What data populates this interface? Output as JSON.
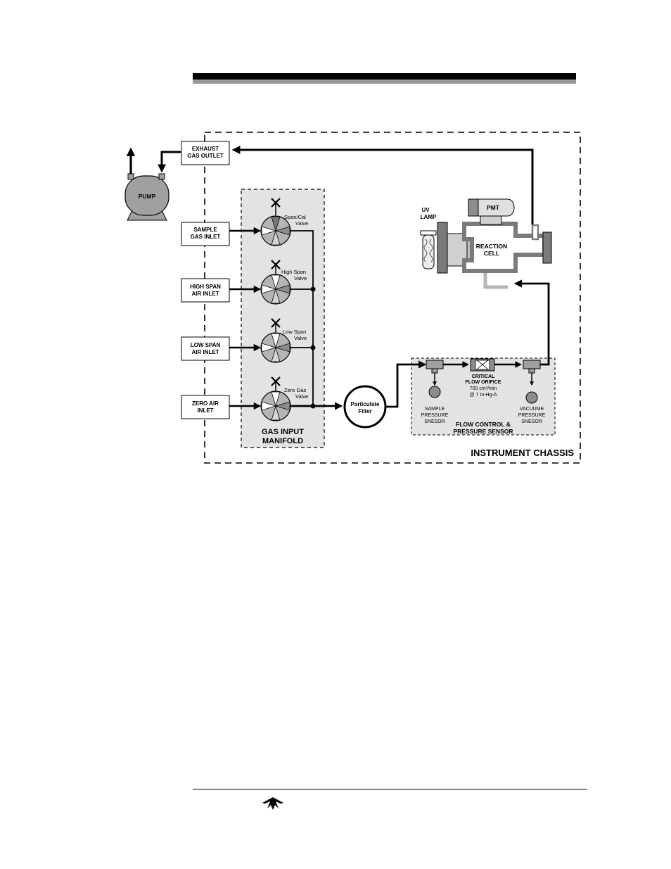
{
  "diagram": {
    "inlets": [
      {
        "line1": "SAMPLE",
        "line2": "GAS INLET"
      },
      {
        "line1": "HIGH SPAN",
        "line2": "AIR INLET"
      },
      {
        "line1": "LOW SPAN",
        "line2": "AIR INLET"
      },
      {
        "line1": "ZERO AIR",
        "line2": "INLET"
      }
    ],
    "valves": [
      {
        "line1": "Span/Cal",
        "line2": "Valve"
      },
      {
        "line1": "High Span",
        "line2": "Valve"
      },
      {
        "line1": "Low Span",
        "line2": "Valve"
      },
      {
        "line1": "Zero Gas",
        "line2": "Valve"
      }
    ],
    "exhaust": {
      "line1": "EXHAUST",
      "line2": "GAS OUTLET"
    },
    "pump": "PUMP",
    "manifold": {
      "line1": "GAS INPUT",
      "line2": "MANIFOLD"
    },
    "filter": {
      "line1": "Particulate",
      "line2": "Filter"
    },
    "uv_lamp": {
      "line1": "UV",
      "line2": "LAMP"
    },
    "pmt": "PMT",
    "reaction_cell": {
      "line1": "REACTION",
      "line2": "CELL"
    },
    "orifice": {
      "line1": "CRITICAL",
      "line2": "FLOW ORIFICE",
      "line3": "700 cm³/min",
      "line4": "@ 7 In-Hg-A"
    },
    "sample_sensor": {
      "line1": "SAMPLE",
      "line2": "PRESSURE",
      "line3": "SNESOR"
    },
    "vacuum_sensor": {
      "line1": "VACUUME",
      "line2": "PRESSURE",
      "line3": "SNESOR"
    },
    "flow_control": {
      "line1": "FLOW CONTROL &",
      "line2": "PRESSURE SENSOR"
    },
    "chassis": "INSTRUMENT CHASSIS"
  },
  "colors": {
    "panel": "#e3e3e3",
    "valve_dark": "#8c8c8c",
    "valve_mid": "#b5b5b5",
    "line": "#000000"
  }
}
